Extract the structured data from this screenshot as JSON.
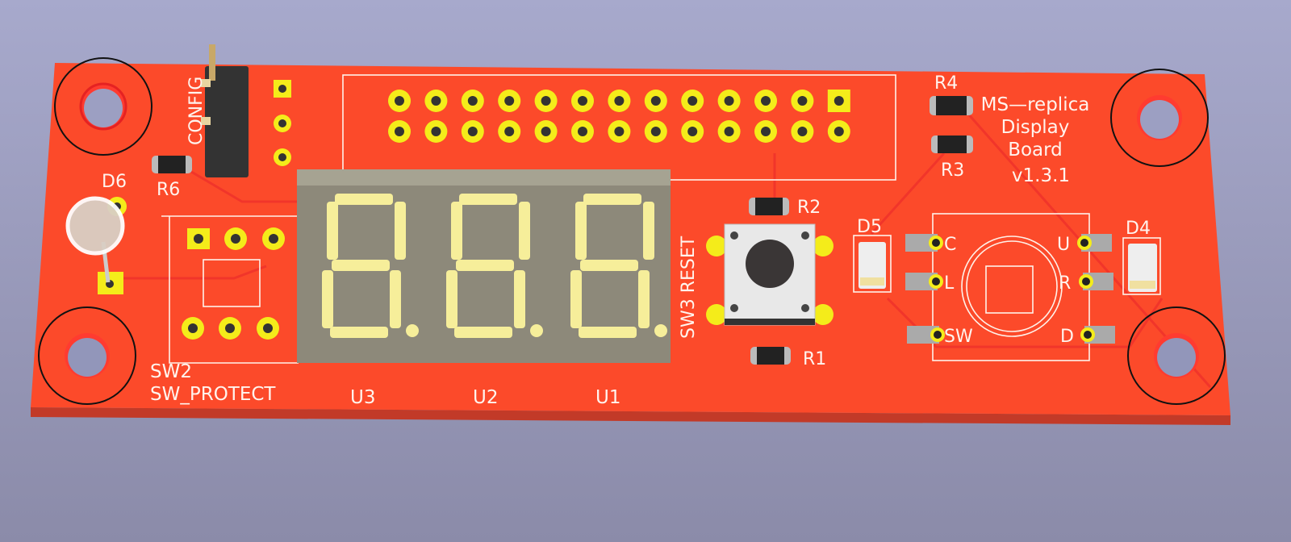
{
  "board": {
    "title_lines": [
      "MS—replica",
      "Display",
      "Board",
      "v1.3.1"
    ],
    "colors": {
      "board": "#fc4a2a",
      "edge": "#c93220",
      "pad": "#f4ec1a",
      "silk": "#fff4ee",
      "background": "#a3a5c8"
    }
  },
  "labels": {
    "config": "CONFIG",
    "d6": "D6",
    "r6": "R6",
    "sw2": "SW2",
    "sw_protect": "SW_PROTECT",
    "u3": "U3",
    "u2": "U2",
    "u1": "U1",
    "sw3": "SW3 RESET",
    "r1": "R1",
    "r2": "R2",
    "r3": "R3",
    "r4": "R4",
    "d4": "D4",
    "d5": "D5",
    "joy": {
      "c": "C",
      "l": "L",
      "sw": "SW",
      "u": "U",
      "r": "R",
      "d": "D"
    }
  }
}
